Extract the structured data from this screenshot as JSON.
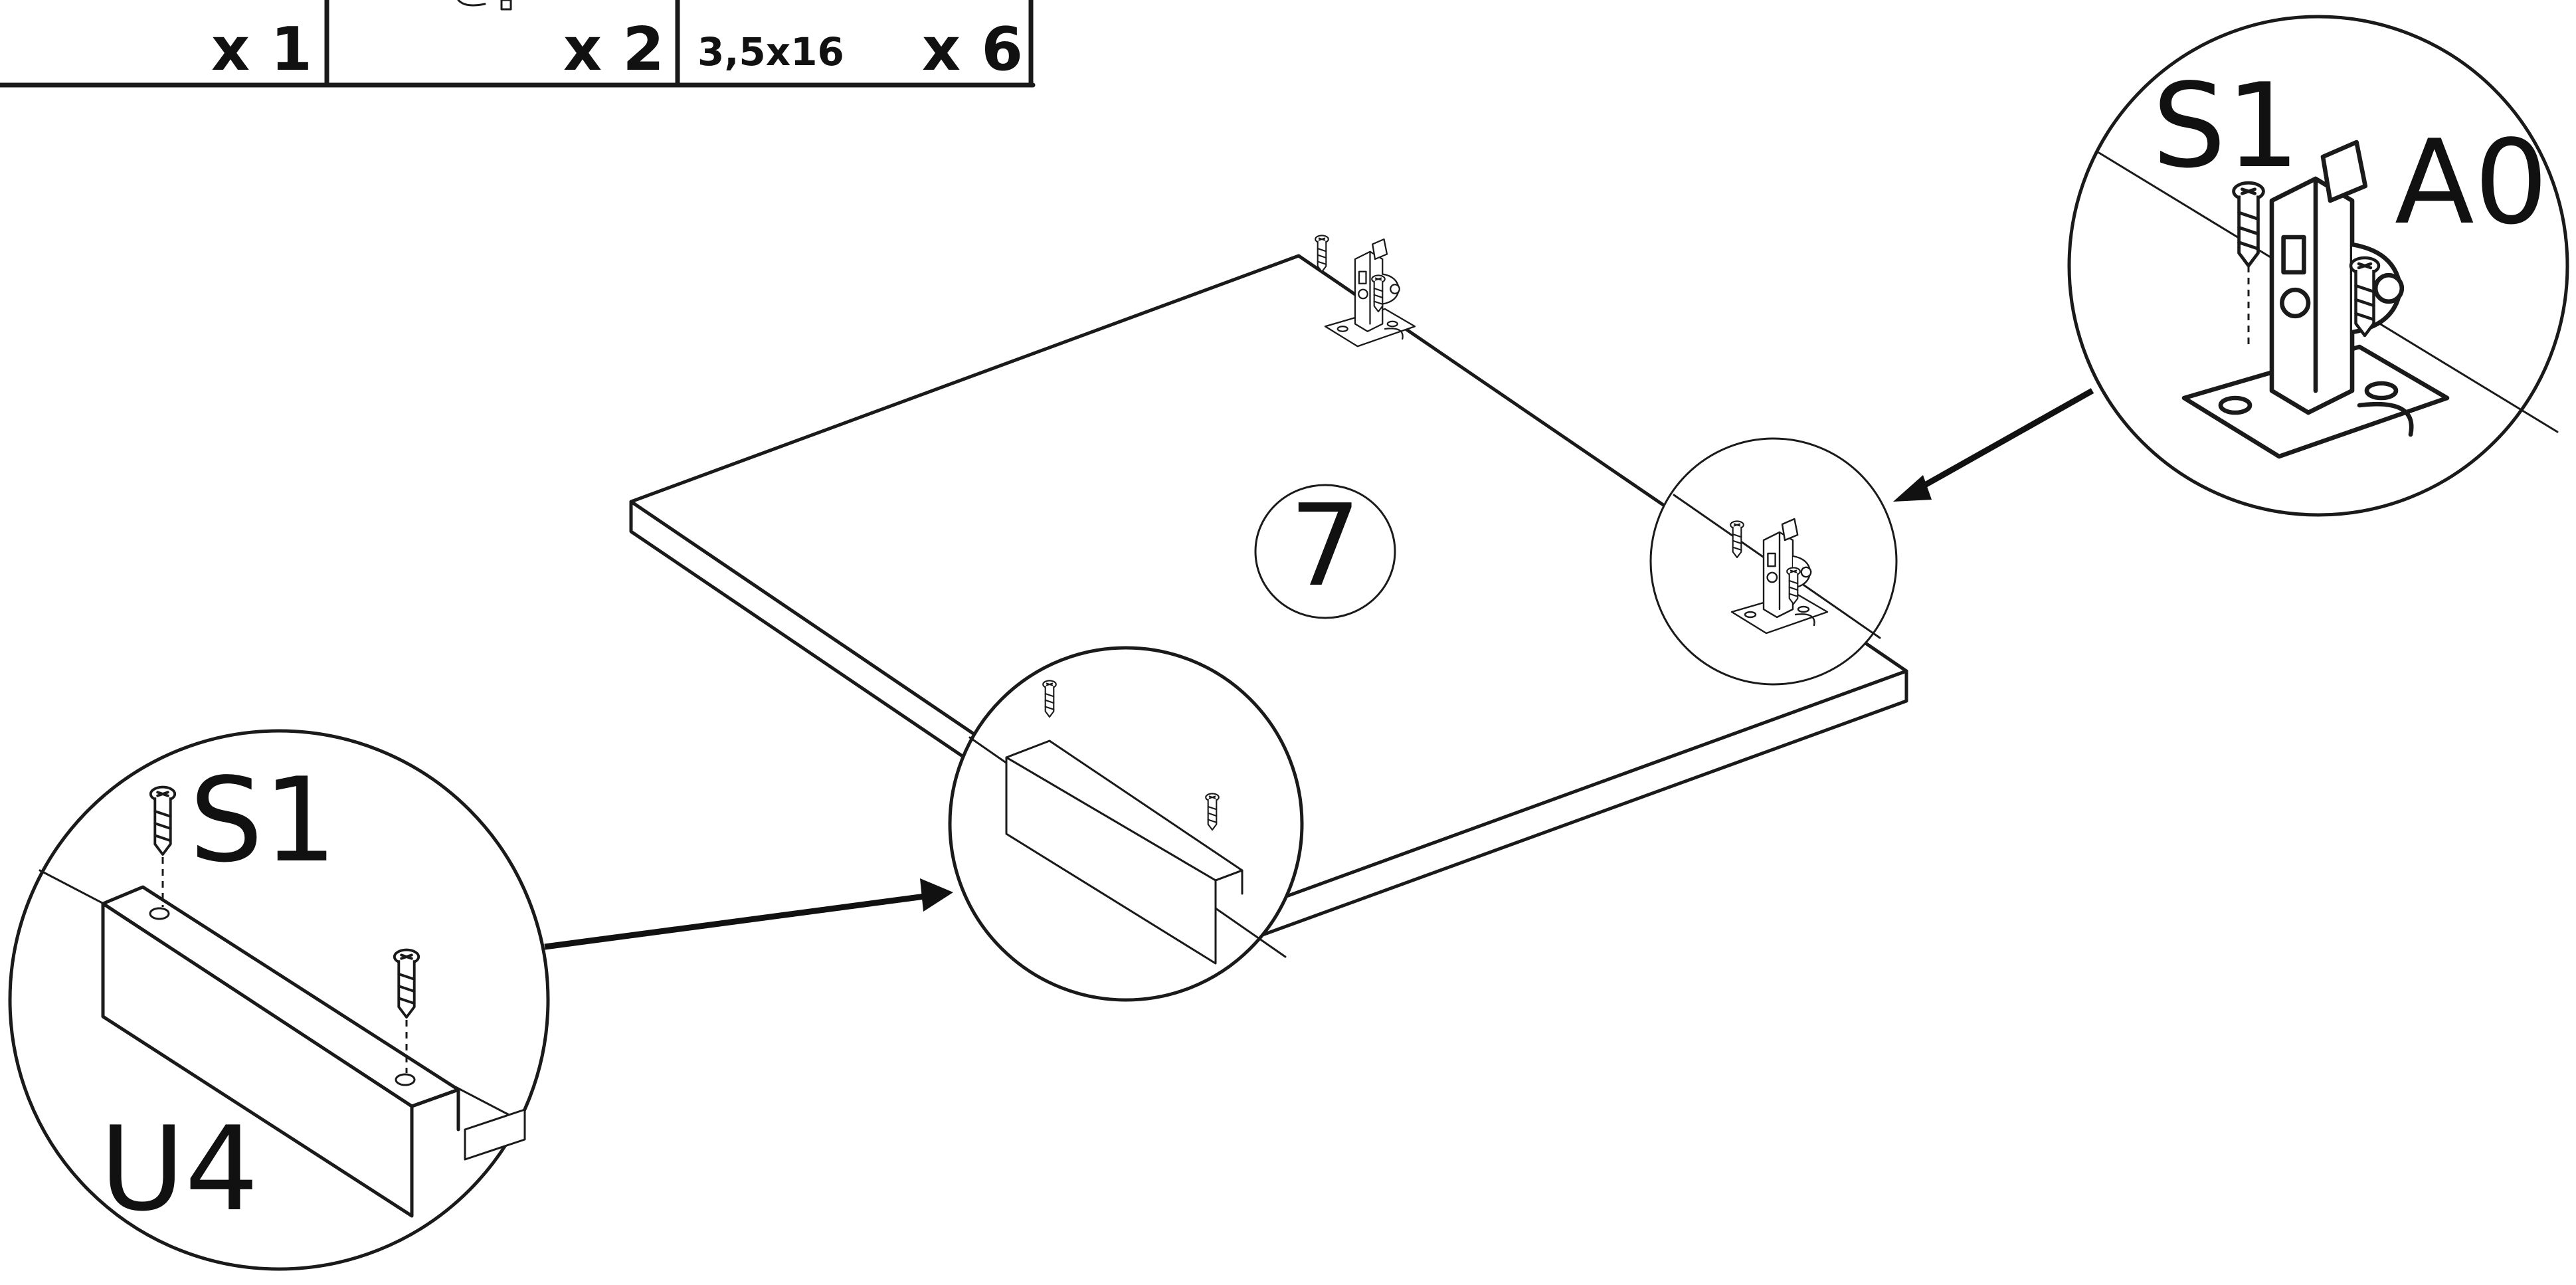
{
  "parts_table": {
    "cells": [
      {
        "spec": "",
        "qty": "x 1"
      },
      {
        "spec": "",
        "qty": "x 2"
      },
      {
        "spec": "3,5x16",
        "qty": "x 6"
      }
    ]
  },
  "step": {
    "number": "7"
  },
  "callouts": {
    "hinge_detail": {
      "screw_code": "S1",
      "fitting_code": "A0"
    },
    "rail_detail": {
      "screw_code": "S1",
      "rail_code": "U4"
    }
  },
  "icons": {
    "hinge": "hinge-icon",
    "screw": "screw-icon",
    "rail": "angle-rail-icon",
    "arrow": "callout-arrow-icon"
  },
  "colors": {
    "ink": "#1a1a1a",
    "paper": "#ffffff"
  }
}
